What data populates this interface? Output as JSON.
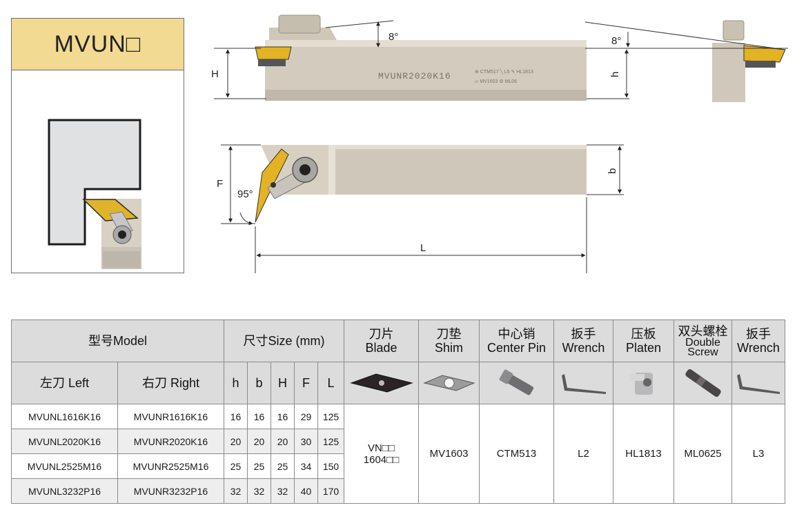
{
  "model_card": {
    "title": "MVUN□"
  },
  "diagram_labels": {
    "angle_top_left": "8°",
    "angle_top_right": "8°",
    "H": "H",
    "h": "h",
    "F": "F",
    "b": "b",
    "L": "L",
    "angle_95": "95°",
    "holder_marking": "MVUNR2020K16"
  },
  "table": {
    "header": {
      "model": "型号Model",
      "size": "尺寸Size (mm)",
      "blade_cn": "刀片",
      "blade_en": "Blade",
      "shim_cn": "刀垫",
      "shim_en": "Shim",
      "pin_cn": "中心销",
      "pin_en": "Center Pin",
      "wrench_cn": "扳手",
      "wrench_en": "Wrench",
      "platen_cn": "压板",
      "platen_en": "Platen",
      "screw_cn": "双头螺栓",
      "screw_en1": "Double",
      "screw_en2": "Screw",
      "wrench2_cn": "扳手",
      "wrench2_en": "Wrench"
    },
    "subheader": {
      "left": "左刀 Left",
      "right": "右刀 Right",
      "h": "h",
      "b": "b",
      "H": "H",
      "F": "F",
      "L": "L"
    },
    "rows": [
      {
        "left": "MVUNL1616K16",
        "right": "MVUNR1616K16",
        "h": "16",
        "b": "16",
        "H": "16",
        "F": "29",
        "L": "125"
      },
      {
        "left": "MVUNL2020K16",
        "right": "MVUNR2020K16",
        "h": "20",
        "b": "20",
        "H": "20",
        "F": "30",
        "L": "125"
      },
      {
        "left": "MVUNL2525M16",
        "right": "MVUNR2525M16",
        "h": "25",
        "b": "25",
        "H": "25",
        "F": "34",
        "L": "150"
      },
      {
        "left": "MVUNL3232P16",
        "right": "MVUNR3232P16",
        "h": "32",
        "b": "32",
        "H": "32",
        "F": "40",
        "L": "170"
      }
    ],
    "parts": {
      "blade_line1": "VN□□",
      "blade_line2": "1604□□",
      "shim": "MV1603",
      "center_pin": "CTM513",
      "wrench": "L2",
      "platen": "HL1813",
      "screw": "ML0625",
      "wrench2": "L3"
    }
  }
}
